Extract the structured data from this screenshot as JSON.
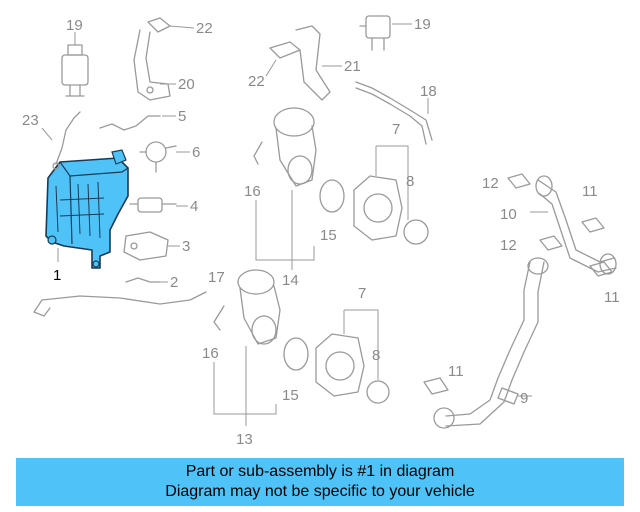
{
  "banner": {
    "line1": "Part or sub-assembly is #1 in diagram",
    "line2": "Diagram may not be specific to your vehicle"
  },
  "highlight_color": "#4fc3f7",
  "callouts": {
    "c1": "1",
    "c2": "2",
    "c3": "3",
    "c4": "4",
    "c5": "5",
    "c6": "6",
    "c7a": "7",
    "c7b": "7",
    "c8a": "8",
    "c8b": "8",
    "c9": "9",
    "c10": "10",
    "c11a": "11",
    "c11b": "11",
    "c11c": "11",
    "c12a": "12",
    "c12b": "12",
    "c13": "13",
    "c14": "14",
    "c15a": "15",
    "c15b": "15",
    "c16a": "16",
    "c16b": "16",
    "c17": "17",
    "c18": "18",
    "c19a": "19",
    "c19b": "19",
    "c20": "20",
    "c21": "21",
    "c22a": "22",
    "c22b": "22",
    "c23": "23"
  }
}
